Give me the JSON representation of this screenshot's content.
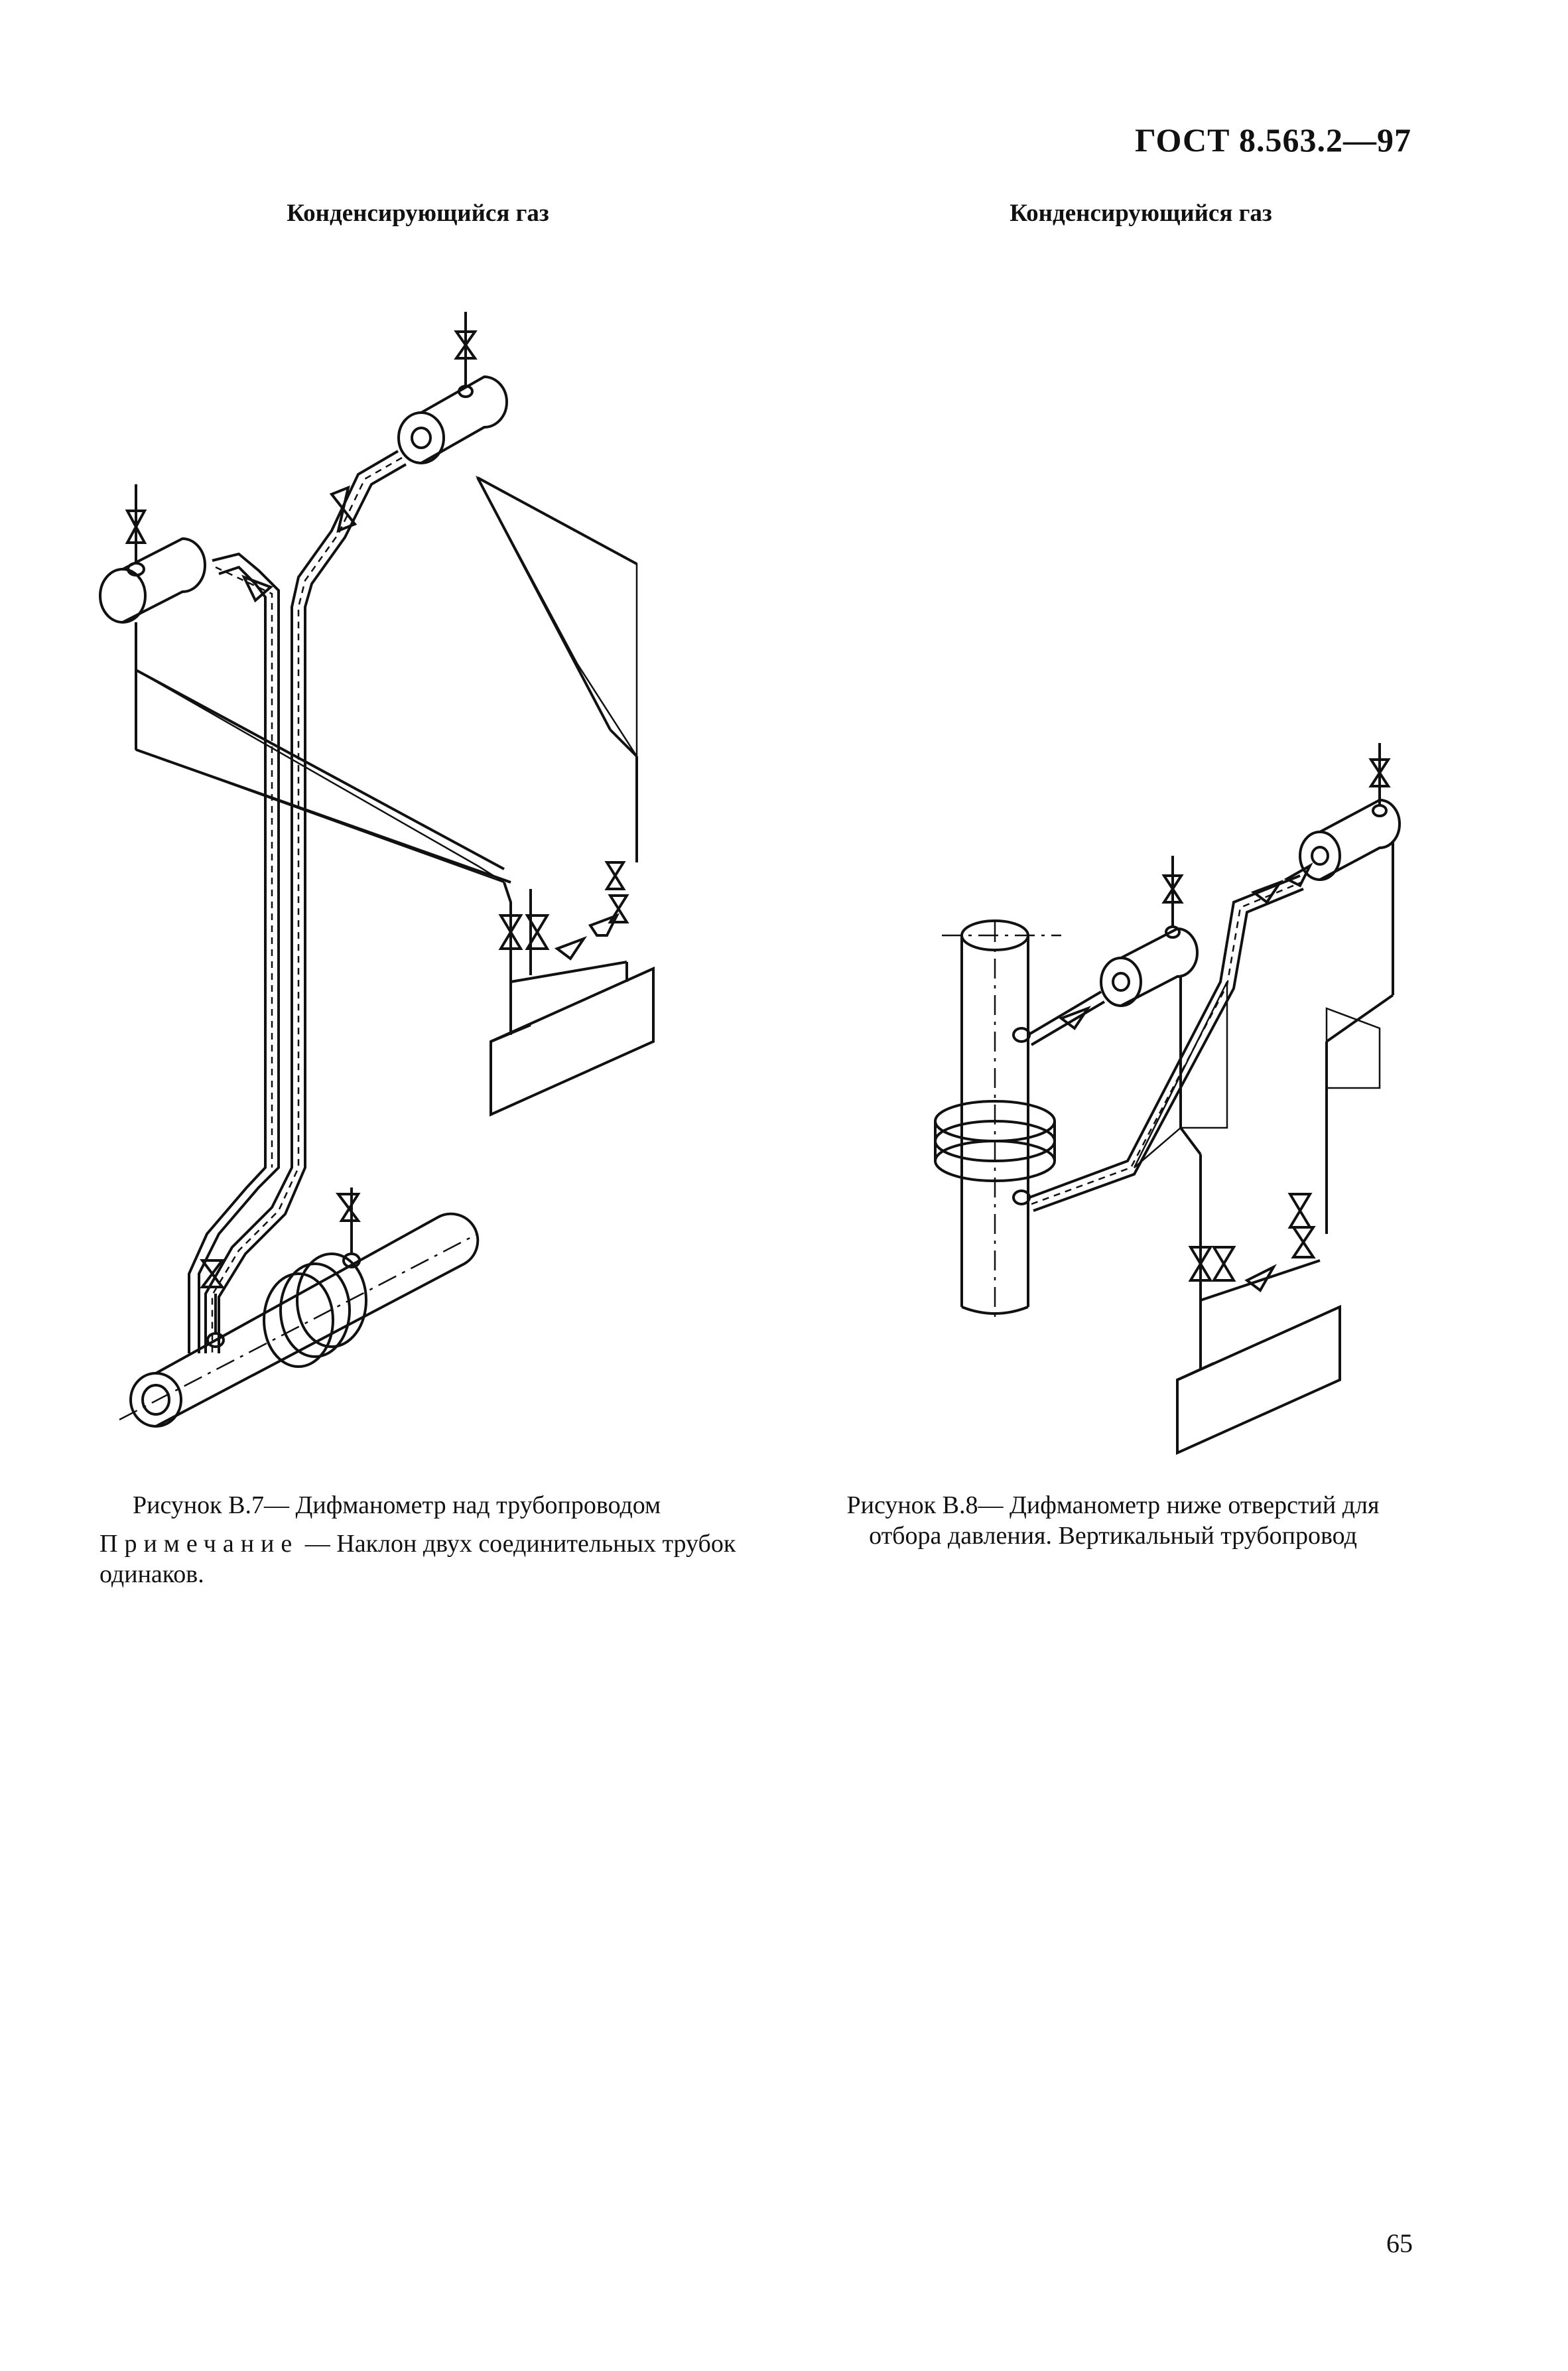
{
  "header": {
    "standard": "ГОСТ 8.563.2—97"
  },
  "figure_b7": {
    "title": "Конденсирующийся газ",
    "caption": "Рисунок В.7— Дифманометр над трубопроводом",
    "note_label": "Примечание",
    "note_text": " — Наклон двух соединительных трубок одинаков."
  },
  "figure_b8": {
    "title": "Конденсирующийся газ",
    "caption_line1": "Рисунок В.8— Дифманометр ниже отверстий для",
    "caption_line2": "отбора давления. Вертикальный трубопровод"
  },
  "footer": {
    "page_number": "65"
  }
}
